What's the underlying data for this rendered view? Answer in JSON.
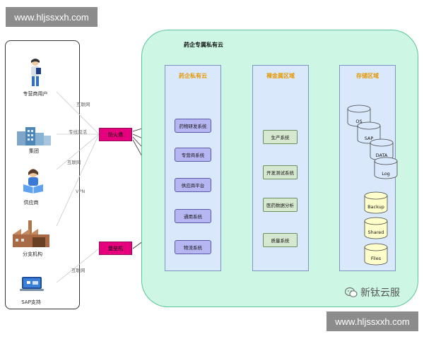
{
  "watermark_top": "www.hljssxxh.com",
  "watermark_bottom": "www.hljssxxh.com",
  "brand": "新钛云服",
  "users": [
    {
      "label": "专营商用户"
    },
    {
      "label": "集团"
    },
    {
      "label": "供应商"
    },
    {
      "label": "分支机构"
    },
    {
      "label": "SAP支持"
    }
  ],
  "links": [
    "互联网",
    "专线双活",
    "互联网",
    "VPN",
    "互联网"
  ],
  "gateways": {
    "firewall": "防火墙",
    "bastion": "堡垒机"
  },
  "cloud": {
    "title": "药企专属私有云"
  },
  "zones": {
    "private": {
      "title": "药企私有云",
      "systems": [
        "药物研发系统",
        "专营商系统",
        "供应商平台",
        "通用系统",
        "物流系统"
      ]
    },
    "baremetal": {
      "title": "裸金属区域",
      "systems": [
        "生产系统",
        "开发测试系统",
        "医药数据分析",
        "质量系统"
      ]
    },
    "storage": {
      "title": "存储区域",
      "items": [
        "OS",
        "SAP",
        "DATA",
        "Log",
        "Backup",
        "Shared",
        "Files"
      ]
    }
  },
  "colors": {
    "cloud_bg": "#cdf7e4",
    "zone_bg": "#dae8fc",
    "gateway": "#e6007e",
    "system": "#b6b6f2",
    "prod": "#d7e8d0"
  }
}
